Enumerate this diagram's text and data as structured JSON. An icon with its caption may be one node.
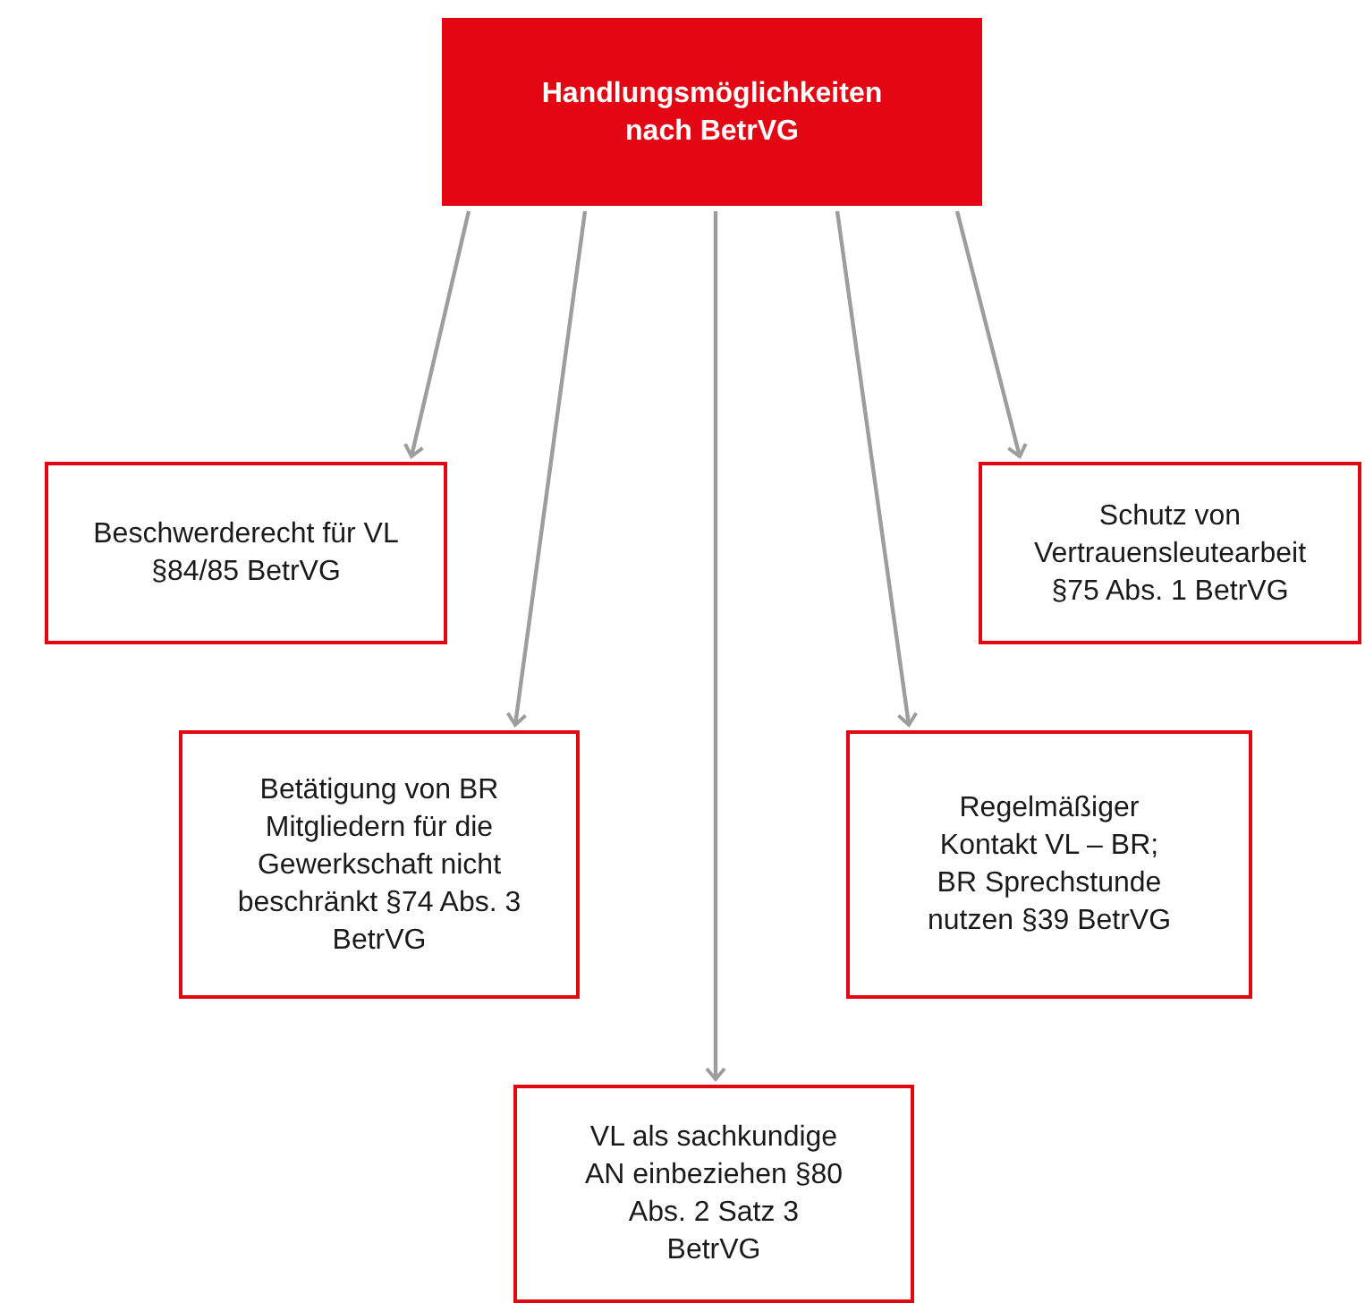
{
  "diagram": {
    "nodes": [
      {
        "text": [
          "Handlungsmöglichkeiten nach BetrVG"
        ]
      },
      {
        "text": [
          "Beschwerderecht für VL §84/85 BetrVG"
        ]
      },
      {
        "text": [
          "Schutz von Vertrauensleutearbeit §75 Abs. 1 BetrVG"
        ]
      },
      {
        "text": [
          "Betätigung von BR Mitgliedern für die Gewerkschaft nicht beschränkt §74 Abs. 3 BetrVG"
        ]
      },
      {
        "text": [
          "Regelmäßiger Kontakt VL – BR; BR Sprechstunde nutzen §39 BetrVG"
        ]
      },
      {
        "text": [
          "VL als sachkundige AN einbeziehen §80 Abs. 2 Satz 3 BetrVG"
        ]
      }
    ],
    "edges": [
      {
        "from": 0,
        "to": 1,
        "arrow": "to"
      },
      {
        "from": 0,
        "to": 3,
        "arrow": "to"
      },
      {
        "from": 0,
        "to": 5,
        "arrow": "to"
      },
      {
        "from": 0,
        "to": 4,
        "arrow": "to"
      },
      {
        "from": 0,
        "to": 2,
        "arrow": "to"
      }
    ]
  }
}
